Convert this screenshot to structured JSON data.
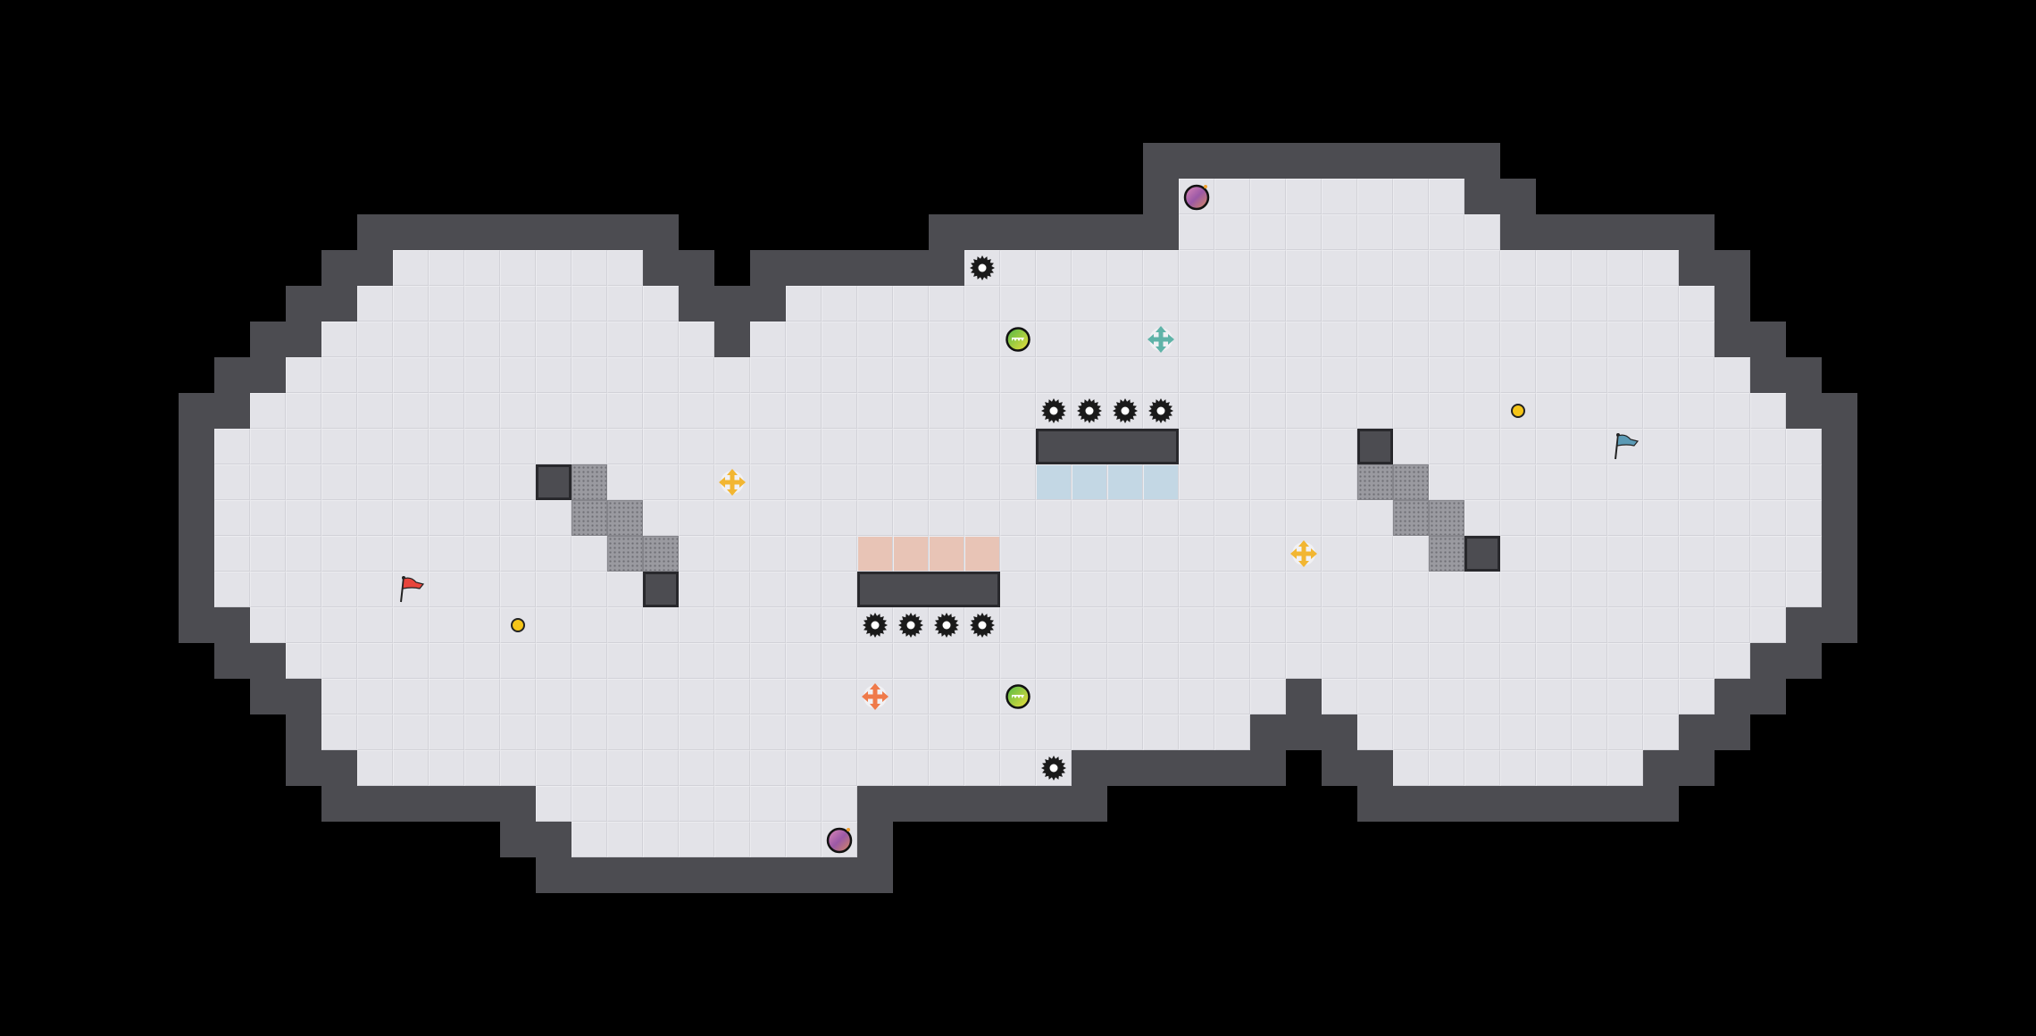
{
  "game": {
    "colors": {
      "background": "#000000",
      "floor": "#e3e3e8",
      "wall": "#4c4c51",
      "wall_edge": "#28282c",
      "red_team_tile": "#e8c4b6",
      "blue_team_tile": "#c3d7e4",
      "red_flag": "#e8453c",
      "blue_flag": "#5b9ab5",
      "yellow_boost": "#f2b632",
      "teal_boost": "#5fb3a8",
      "red_boost": "#ef7a4a",
      "powerup": "#7cc242",
      "bomb": "#a75aa0",
      "spike": "#1a1a1a",
      "dot": "#f5c518"
    },
    "entity_types": [
      "red-flag",
      "blue-flag",
      "spike",
      "boost",
      "team-boost",
      "powerup",
      "bomb",
      "small-dot",
      "gate-bar",
      "grate"
    ]
  }
}
